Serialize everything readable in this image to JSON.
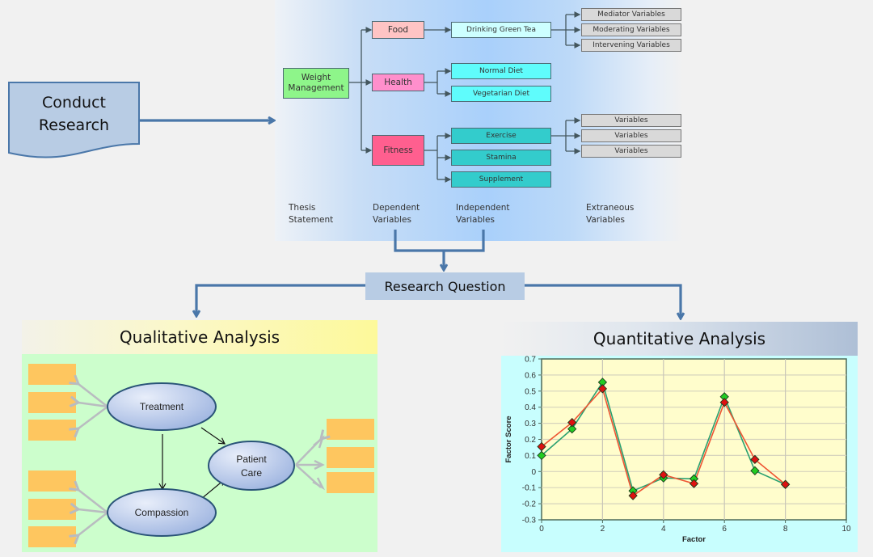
{
  "conduct_research": {
    "line1": "Conduct",
    "line2": "Research"
  },
  "thesis_diagram": {
    "root": {
      "line1": "Weight",
      "line2": "Management",
      "color": "#8ef58a"
    },
    "dependent": [
      {
        "label": "Food",
        "color": "#ffc4c4"
      },
      {
        "label": "Health",
        "color": "#ff8fcc"
      },
      {
        "label": "Fitness",
        "color": "#ff5f8f"
      }
    ],
    "independent": [
      {
        "label": "Drinking Green Tea",
        "color": "#cdffff"
      },
      {
        "label": "Normal Diet",
        "color": "#5ffcfc"
      },
      {
        "label": "Vegetarian Diet",
        "color": "#5ffcfc"
      },
      {
        "label": "Exercise",
        "color": "#33cccc"
      },
      {
        "label": "Stamina",
        "color": "#33cccc"
      },
      {
        "label": "Supplement",
        "color": "#33cccc"
      }
    ],
    "extraneous": [
      {
        "label": "Mediator Variables"
      },
      {
        "label": "Moderating Variables"
      },
      {
        "label": "Intervening Variables"
      },
      {
        "label": "Variables"
      },
      {
        "label": "Variables"
      },
      {
        "label": "Variables"
      }
    ],
    "extraneous_color": "#d9d9d9",
    "column_labels": [
      {
        "line1": "Thesis",
        "line2": "Statement"
      },
      {
        "line1": "Dependent",
        "line2": "Variables"
      },
      {
        "line1": "Independent",
        "line2": "Variables"
      },
      {
        "line1": "Extraneous",
        "line2": "Variables"
      }
    ]
  },
  "research_question": {
    "label": "Research Question"
  },
  "qualitative": {
    "title": "Qualitative Analysis",
    "nodes": {
      "treatment": "Treatment",
      "compassion": "Compassion",
      "patient_care_line1": "Patient",
      "patient_care_line2": "Care"
    }
  },
  "quantitative": {
    "title": "Quantitative Analysis"
  },
  "chart_data": {
    "type": "line",
    "title": "Quantitative Analysis",
    "xlabel": "Factor",
    "ylabel": "Factor Score",
    "xlim": [
      0,
      10
    ],
    "ylim": [
      -0.3,
      0.7
    ],
    "xticks": [
      "0",
      "2",
      "4",
      "6",
      "8",
      "10"
    ],
    "yticks": [
      "0.7",
      "0.6",
      "0.5",
      "0.4",
      "0.3",
      "0.2",
      "0.1",
      "0",
      "-0.1",
      "-0.2",
      "-0.3"
    ],
    "grid": true,
    "legend": "none",
    "x": [
      0,
      1,
      2,
      3,
      4,
      5,
      6,
      7,
      8
    ],
    "series": [
      {
        "name": "green",
        "color": "#22cc22",
        "line_color": "#2aa070",
        "values": [
          0.1,
          0.265,
          0.555,
          -0.12,
          -0.04,
          -0.045,
          0.465,
          0.005,
          -0.08
        ]
      },
      {
        "name": "red",
        "color": "#dd1111",
        "line_color": "#ee5533",
        "values": [
          0.155,
          0.305,
          0.515,
          -0.15,
          -0.02,
          -0.075,
          0.43,
          0.075,
          -0.08
        ]
      }
    ]
  }
}
